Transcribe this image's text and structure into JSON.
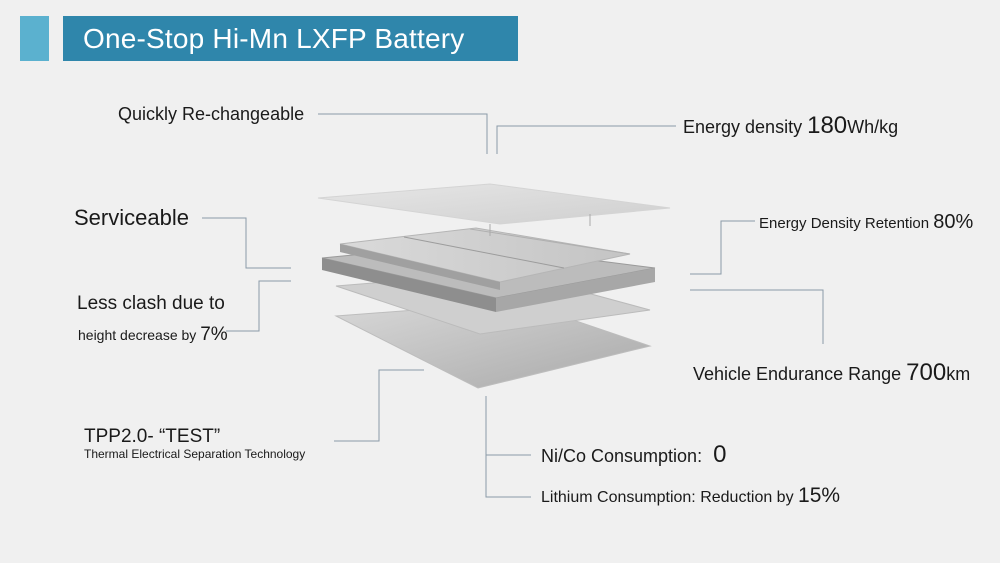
{
  "title": "One-Stop Hi-Mn LXFP Battery",
  "colors": {
    "title_bar": "#2f86ab",
    "title_accent": "#5bb1cf",
    "leader_line": "#8a9aa8"
  },
  "labels": {
    "rechangeable": "Quickly Re-changeable",
    "serviceable": "Serviceable",
    "clash_line1": "Less clash due to",
    "clash_line2": "height decrease by",
    "clash_value": "7%",
    "tpp_line1": "TPP2.0-  “TEST”",
    "tpp_line2": "Thermal Electrical Separation  Technology",
    "energy_density_label": "Energy density",
    "energy_density_value": "180",
    "energy_density_unit": "Wh/kg",
    "retention_label": "Energy Density Retention",
    "retention_value": "80%",
    "endurance_label": "Vehicle Endurance Range",
    "endurance_value": "700",
    "endurance_unit": "km",
    "nico_label": "Ni/Co Consumption:",
    "nico_value": "0",
    "lithium_label": "Lithium Consumption: Reduction by",
    "lithium_value": "15%"
  }
}
